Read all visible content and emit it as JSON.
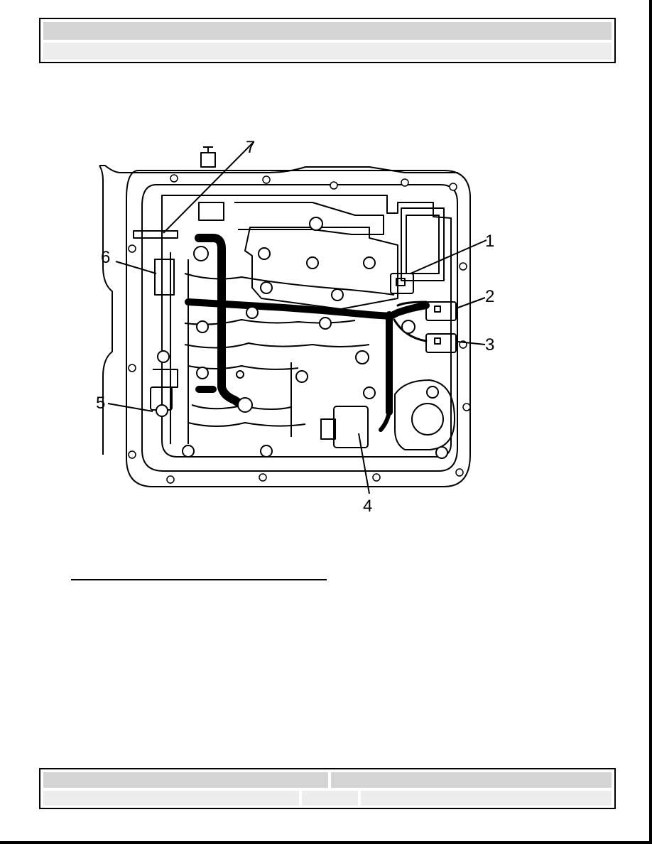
{
  "header": {
    "title": "",
    "subtitle": ""
  },
  "diagram": {
    "callouts": [
      {
        "id": "1",
        "label": "1"
      },
      {
        "id": "2",
        "label": "2"
      },
      {
        "id": "3",
        "label": "3"
      },
      {
        "id": "4",
        "label": "4"
      },
      {
        "id": "5",
        "label": "5"
      },
      {
        "id": "6",
        "label": "6"
      },
      {
        "id": "7",
        "label": "7"
      }
    ]
  },
  "caption": "",
  "footer": {
    "left_top": "",
    "right_top": "",
    "left_bottom": "",
    "middle_bottom": "",
    "right_bottom": ""
  }
}
